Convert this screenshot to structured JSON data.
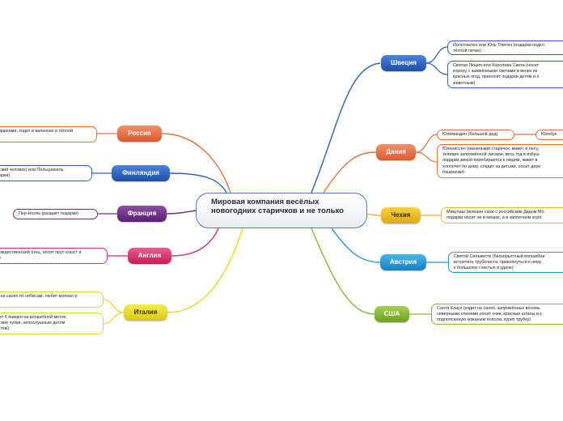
{
  "root": {
    "title": "Мировая компания весёлых новогодних старичков и не только"
  },
  "colors": {
    "sweden": "#2e62c0",
    "denmark": "#e86e3e",
    "czech": "#e8b820",
    "austria": "#1e96d6",
    "usa": "#86b82e",
    "russia": "#e86e3e",
    "finland": "#2e62c0",
    "france": "#6e2e86",
    "england": "#d82e6e",
    "italy": "#e8d820"
  },
  "countries": {
    "sweden": "Швеция",
    "denmark": "Дания",
    "czech": "Чехия",
    "austria": "Австрия",
    "usa": "США",
    "russia": "Россия",
    "finland": "Финляндия",
    "france": "Франция",
    "england": "Англия",
    "italy": "Италия"
  },
  "leaves": {
    "sweden_1": "Йолотомтен или Юль Томтен (подарки подкл\nтёплой печке)",
    "sweden_2": "Святая Люция или Королева Света (носит\nкорону с зажжёнными свечами в венке из\nкрасных ягод, приносит подарки детям и л\nживотным)",
    "denmark_1": "Юлеманден (большой дед)",
    "denmark_1b": "Юлебук",
    "denmark_2": "Юлениссен (маленький старичок, живёт в лесу,\nтележке запряжённой лисами, весь год в избуш\nподарки,зимой перебирается к людям, живет в\nхлопочет по дому, следит за детьми, носит дере\nбашмачки)",
    "czech_1": "Микулаш (внешне схож с российским Дедом Мо\nподарки носит не в мешке, а в заплечном корo",
    "austria_1": "Святой Сильвестр (бескорыстный волшебни\nвстретить трубочиста, прикоснуться к нему\nк большому счастью и удаче)",
    "usa_1": "Санта Клаус (ездит на санях, запряжённых восемь\nсеверными оленями,носит очки, красные штаны и к\nподпоясанную кожаным поясом, курит трубку)",
    "russia_1": "дарками, ходит в валенках и тёплой",
    "finland_1": "ский человек) или Пельцникель\nарки)",
    "france_1": "Пер-Ноэль (раздаёт подарки)",
    "england_1": "ождественский отец, носит прут-хлыст и\n)",
    "italy_1": " на санях по небесам, любит молоко и",
    "italy_2": "ет 6 января на волшебной метле,\nские чулки, непослушным детям\nгляк)"
  }
}
